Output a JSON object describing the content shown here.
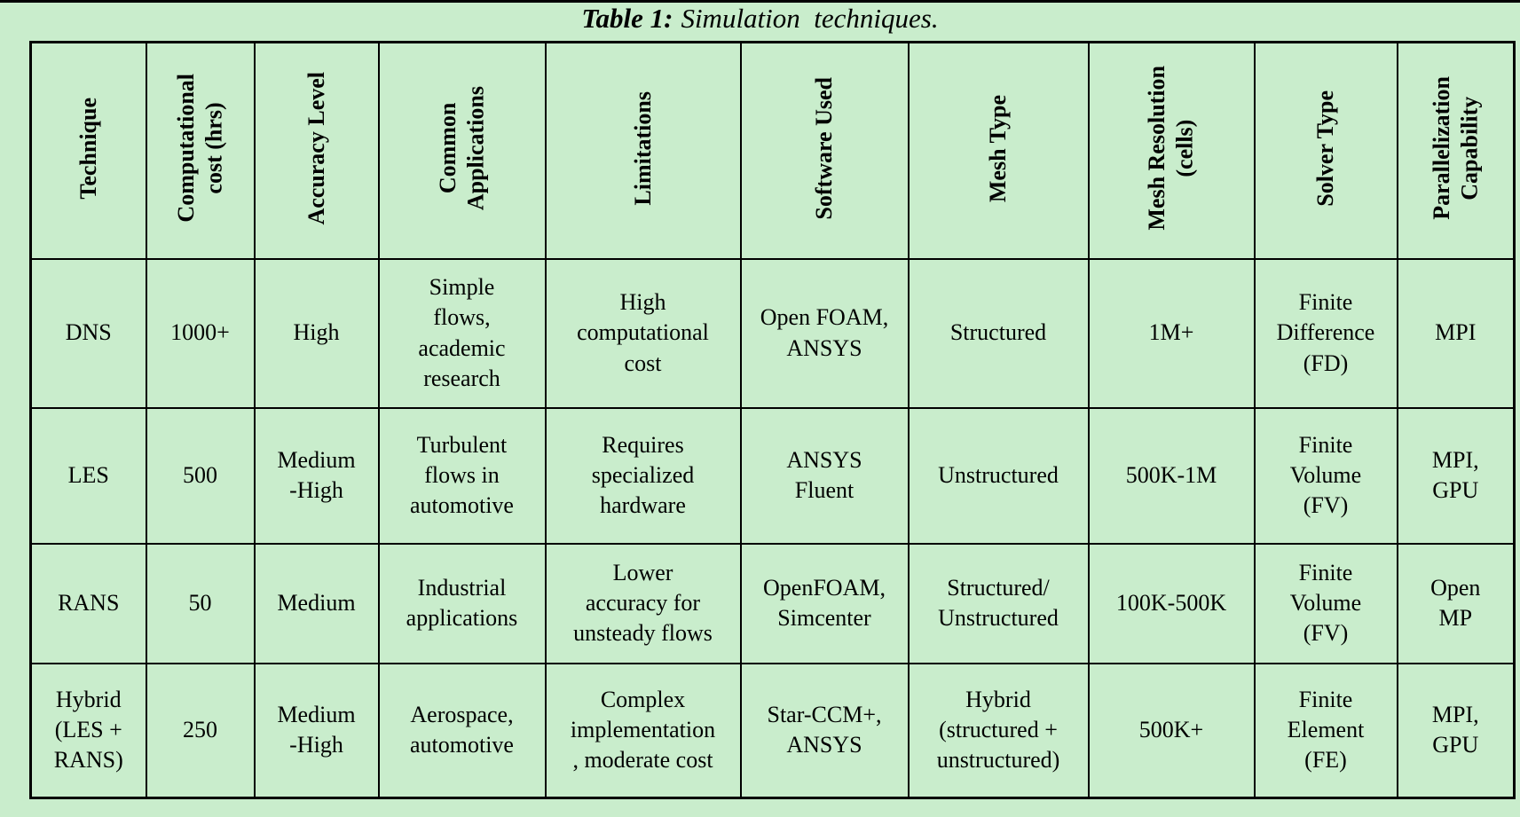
{
  "page": {
    "background_color": "#c9edcc",
    "top_rule_color": "#000000",
    "border_color": "#000000",
    "text_color": "#000000"
  },
  "caption": {
    "prefix": "Table 1:",
    "text": "Simulation  techniques."
  },
  "table": {
    "columns": [
      "Technique",
      "Computational\ncost (hrs)",
      "Accuracy Level",
      "Common\nApplications",
      "Limitations",
      "Software Used",
      "Mesh Type",
      "Mesh Resolution\n(cells)",
      "Solver Type",
      "Parallelization\nCapability"
    ],
    "rows": [
      [
        "DNS",
        "1000+",
        "High",
        "Simple\nflows,\nacademic\nresearch",
        "High\ncomputational\ncost",
        "Open FOAM,\nANSYS",
        "Structured",
        "1M+",
        "Finite\nDifference\n(FD)",
        "MPI"
      ],
      [
        "LES",
        "500",
        "Medium\n-High",
        "Turbulent\nflows in\nautomotive",
        "Requires\nspecialized\nhardware",
        "ANSYS\nFluent",
        "Unstructured",
        "500K-1M",
        "Finite\nVolume\n(FV)",
        "MPI,\nGPU"
      ],
      [
        "RANS",
        "50",
        "Medium",
        "Industrial\napplications",
        "Lower\naccuracy for\nunsteady flows",
        "OpenFOAM,\nSimcenter",
        "Structured/\nUnstructured",
        "100K-500K",
        "Finite\nVolume\n(FV)",
        "Open\nMP"
      ],
      [
        "Hybrid\n(LES +\nRANS)",
        "250",
        "Medium\n-High",
        "Aerospace,\nautomotive",
        "Complex\nimplementation\n, moderate cost",
        "Star-CCM+,\nANSYS",
        "Hybrid\n(structured +\nunstructured)",
        "500K+",
        "Finite\nElement\n(FE)",
        "MPI,\nGPU"
      ]
    ]
  }
}
